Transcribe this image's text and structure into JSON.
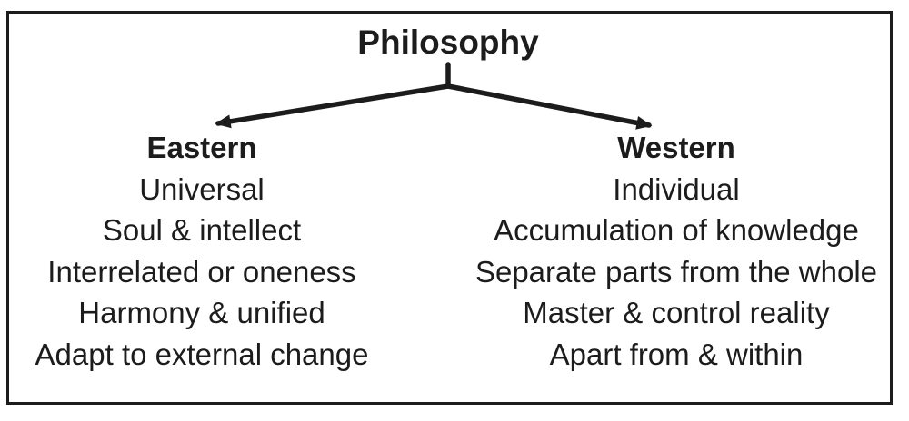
{
  "diagram": {
    "title": "Philosophy",
    "colors": {
      "ink": "#1c1c1c",
      "background": "#ffffff"
    },
    "branches": [
      {
        "label": "Eastern",
        "items": [
          "Universal",
          "Soul & intellect",
          "Interrelated or oneness",
          "Harmony & unified",
          "Adapt to external change"
        ]
      },
      {
        "label": "Western",
        "items": [
          "Individual",
          "Accumulation of knowledge",
          "Separate parts from the whole",
          "Master & control reality",
          "Apart from & within"
        ]
      }
    ]
  }
}
